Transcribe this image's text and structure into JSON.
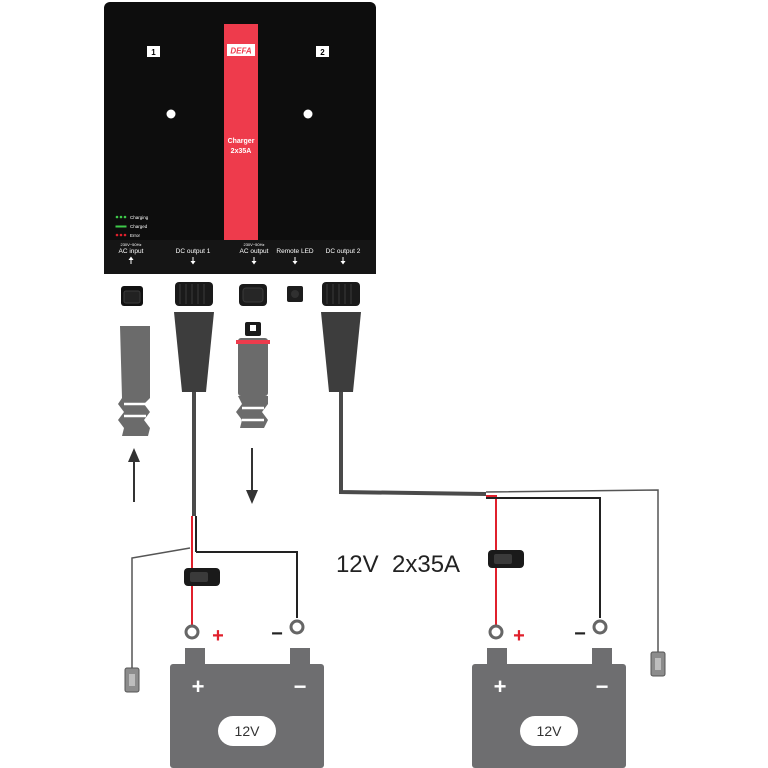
{
  "charger": {
    "brand": "DEFA",
    "model_line1": "Charger",
    "model_line2": "2x35A",
    "channel_1": "1",
    "channel_2": "2",
    "legend": [
      "Charging",
      "Charged",
      "Error"
    ],
    "voltage_note_input": "230V~50Hz",
    "voltage_note_output": "230V~50Hz",
    "ports": [
      "AC input",
      "DC output 1",
      "AC output",
      "Remote LED",
      "DC output 2"
    ]
  },
  "caption": "12V  2x35A",
  "batteries": [
    {
      "label": "12V",
      "plus": "+",
      "minus": "−"
    },
    {
      "label": "12V",
      "plus": "+",
      "minus": "−"
    }
  ],
  "terminal_signs": {
    "plus": "+",
    "minus": "−"
  },
  "colors": {
    "housing": "#0d0d0d",
    "accent_stripe": "#ee3b4c",
    "battery": "#6e6e70",
    "cable": "#4a4a4a",
    "positive_wire": "#e0202c",
    "negative_wire": "#222222",
    "led_green": "#3ec94a",
    "led_red": "#e0202c"
  }
}
